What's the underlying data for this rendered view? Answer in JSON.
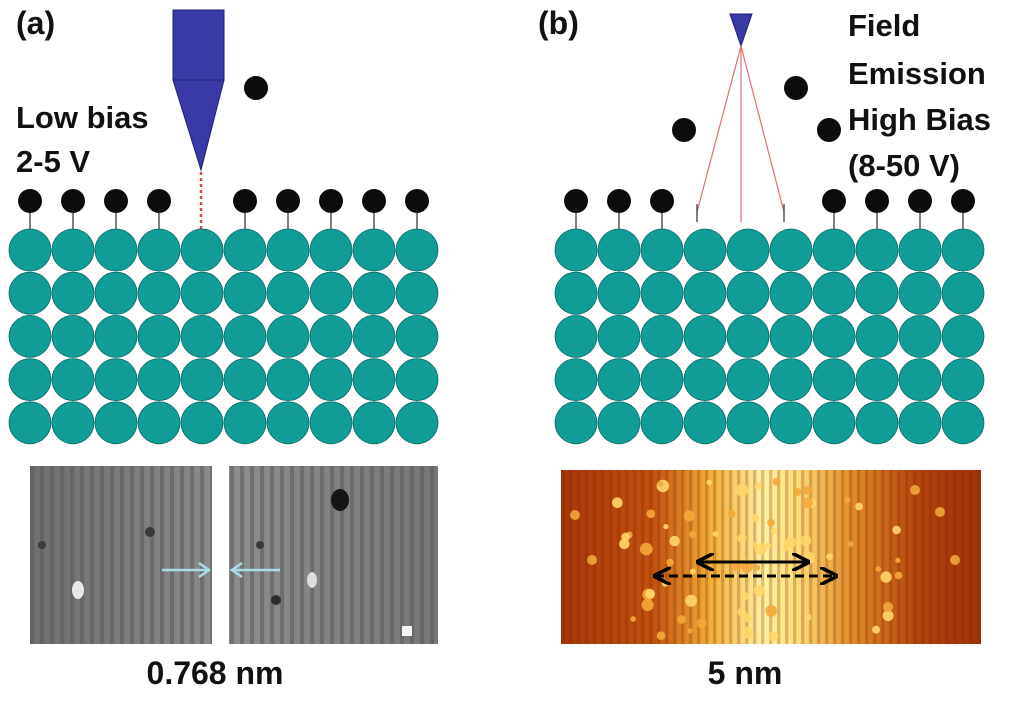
{
  "panel_a": {
    "label": "(a)",
    "bias_lines": [
      "Low bias",
      "2-5 V"
    ],
    "measurement": "0.768 nm"
  },
  "panel_b": {
    "label": "(b)",
    "bias_lines": [
      "Field",
      "Emission",
      "High Bias",
      "(8-50 V)"
    ],
    "measurement": "5 nm"
  },
  "colors": {
    "substrate_atom": "#119c97",
    "hydrogen_atom": "#0c0c0c",
    "tip": "#3a3aa6",
    "tunneling_current": "#e04848",
    "stm_gray": "#8a8a8a",
    "stm_orange": "#b8400e",
    "stm_bright": "#ffe888"
  }
}
